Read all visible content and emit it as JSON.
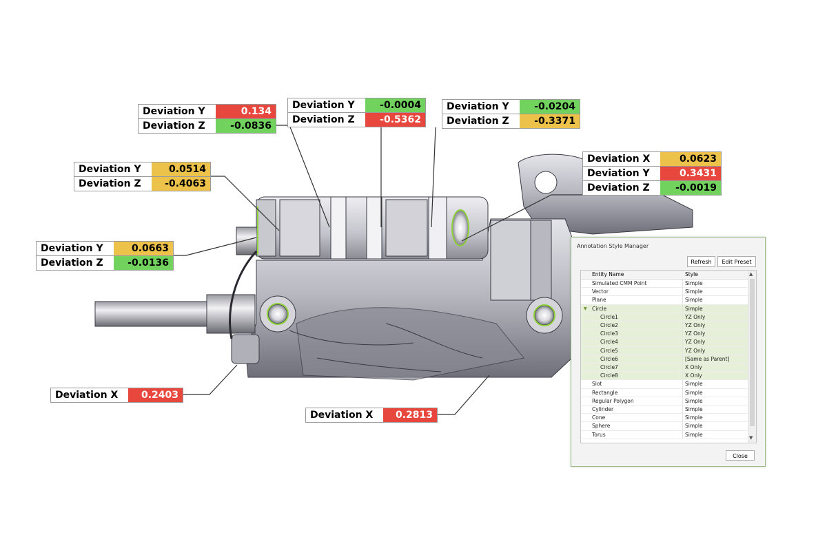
{
  "callouts": {
    "c1": {
      "rows": [
        {
          "label": "Deviation Y",
          "value": "0.134",
          "color": "#e8473d"
        },
        {
          "label": "Deviation Z",
          "value": "-0.0836",
          "color": "#71d35e"
        }
      ]
    },
    "c2": {
      "rows": [
        {
          "label": "Deviation Y",
          "value": "-0.0004",
          "color": "#71d35e"
        },
        {
          "label": "Deviation Z",
          "value": "-0.5362",
          "color": "#e8473d"
        }
      ]
    },
    "c3": {
      "rows": [
        {
          "label": "Deviation Y",
          "value": "-0.0204",
          "color": "#71d35e"
        },
        {
          "label": "Deviation Z",
          "value": "-0.3371",
          "color": "#ecc24a"
        }
      ]
    },
    "c4": {
      "rows": [
        {
          "label": "Deviation Y",
          "value": "0.0514",
          "color": "#ecc24a"
        },
        {
          "label": "Deviation Z",
          "value": "-0.4063",
          "color": "#ecc24a"
        }
      ]
    },
    "c5": {
      "rows": [
        {
          "label": "Deviation X",
          "value": "0.0623",
          "color": "#ecc24a"
        },
        {
          "label": "Deviation Y",
          "value": "0.3431",
          "color": "#e8473d"
        },
        {
          "label": "Deviation Z",
          "value": "-0.0019",
          "color": "#71d35e"
        }
      ]
    },
    "c6": {
      "rows": [
        {
          "label": "Deviation Y",
          "value": "0.0663",
          "color": "#ecc24a"
        },
        {
          "label": "Deviation Z",
          "value": "-0.0136",
          "color": "#71d35e"
        }
      ]
    },
    "c7": {
      "rows": [
        {
          "label": "Deviation X",
          "value": "0.2403",
          "color": "#e8473d"
        }
      ]
    },
    "c8": {
      "rows": [
        {
          "label": "Deviation X",
          "value": "0.2813",
          "color": "#e8473d"
        }
      ]
    }
  },
  "dialog": {
    "title": "Annotation Style Manager",
    "refresh_label": "Refresh",
    "edit_preset_label": "Edit Preset",
    "close_label": "Close",
    "columns": [
      "Entity Name",
      "Style"
    ],
    "rows": [
      {
        "name": "Simulated CMM Point",
        "style": "Simple",
        "level": 0
      },
      {
        "name": "Vector",
        "style": "Simple",
        "level": 0
      },
      {
        "name": "Plane",
        "style": "Simple",
        "level": 0
      },
      {
        "name": "Circle",
        "style": "Simple",
        "level": 0,
        "expanded": true,
        "selected": true
      },
      {
        "name": "Circle1",
        "style": "YZ Only",
        "level": 1,
        "selected": true
      },
      {
        "name": "Circle2",
        "style": "YZ Only",
        "level": 1,
        "selected": true
      },
      {
        "name": "Circle3",
        "style": "YZ Only",
        "level": 1,
        "selected": true
      },
      {
        "name": "Circle4",
        "style": "YZ Only",
        "level": 1,
        "selected": true
      },
      {
        "name": "Circle5",
        "style": "YZ Only",
        "level": 1,
        "selected": true
      },
      {
        "name": "Circle6",
        "style": "[Same as Parent]",
        "level": 1,
        "selected": true
      },
      {
        "name": "Circle7",
        "style": "X Only",
        "level": 1,
        "selected": true
      },
      {
        "name": "Circle8",
        "style": "X Only",
        "level": 1,
        "selected": true
      },
      {
        "name": "Slot",
        "style": "Simple",
        "level": 0
      },
      {
        "name": "Rectangle",
        "style": "Simple",
        "level": 0
      },
      {
        "name": "Regular Polygon",
        "style": "Simple",
        "level": 0
      },
      {
        "name": "Cylinder",
        "style": "Simple",
        "level": 0
      },
      {
        "name": "Cone",
        "style": "Simple",
        "level": 0
      },
      {
        "name": "Sphere",
        "style": "Simple",
        "level": 0
      },
      {
        "name": "Torus",
        "style": "Simple",
        "level": 0
      }
    ]
  }
}
